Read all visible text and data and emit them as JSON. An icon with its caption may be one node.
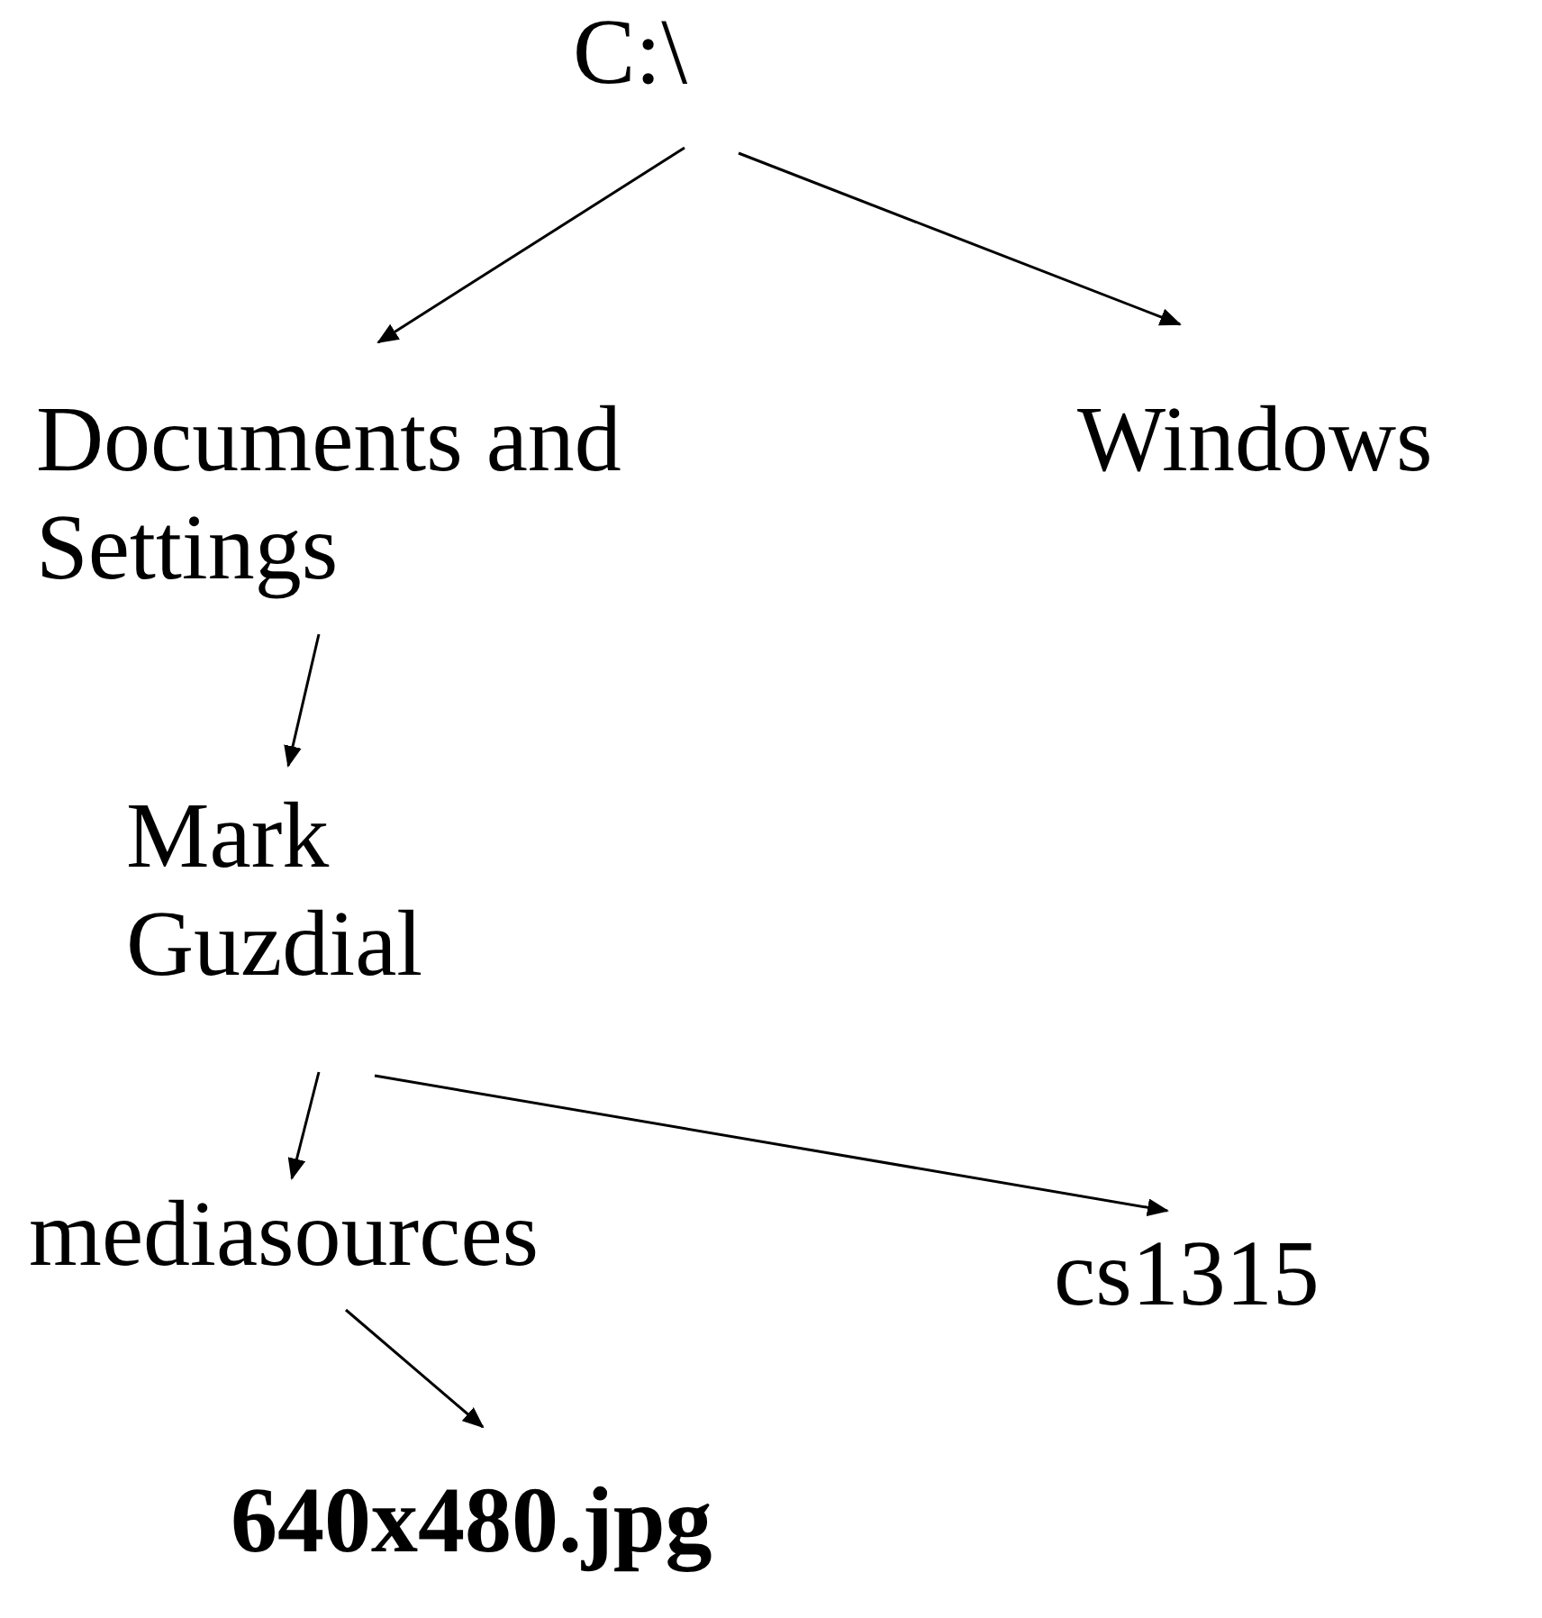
{
  "diagram": {
    "nodes": [
      {
        "text": [
          "C:\\"
        ]
      },
      {
        "text": [
          "Documents and Settings"
        ]
      },
      {
        "text": [
          "Windows"
        ]
      },
      {
        "text": [
          "Mark Guzdial"
        ]
      },
      {
        "text": [
          "mediasources"
        ]
      },
      {
        "text": [
          "cs1315"
        ]
      },
      {
        "text": [
          "640x480.jpg"
        ]
      }
    ],
    "edges": [
      {
        "from": 0,
        "to": 1,
        "arrow": "to"
      },
      {
        "from": 0,
        "to": 2,
        "arrow": "to"
      },
      {
        "from": 1,
        "to": 3,
        "arrow": "to"
      },
      {
        "from": 3,
        "to": 4,
        "arrow": "to"
      },
      {
        "from": 3,
        "to": 5,
        "arrow": "to"
      },
      {
        "from": 4,
        "to": 6,
        "arrow": "to"
      }
    ]
  }
}
